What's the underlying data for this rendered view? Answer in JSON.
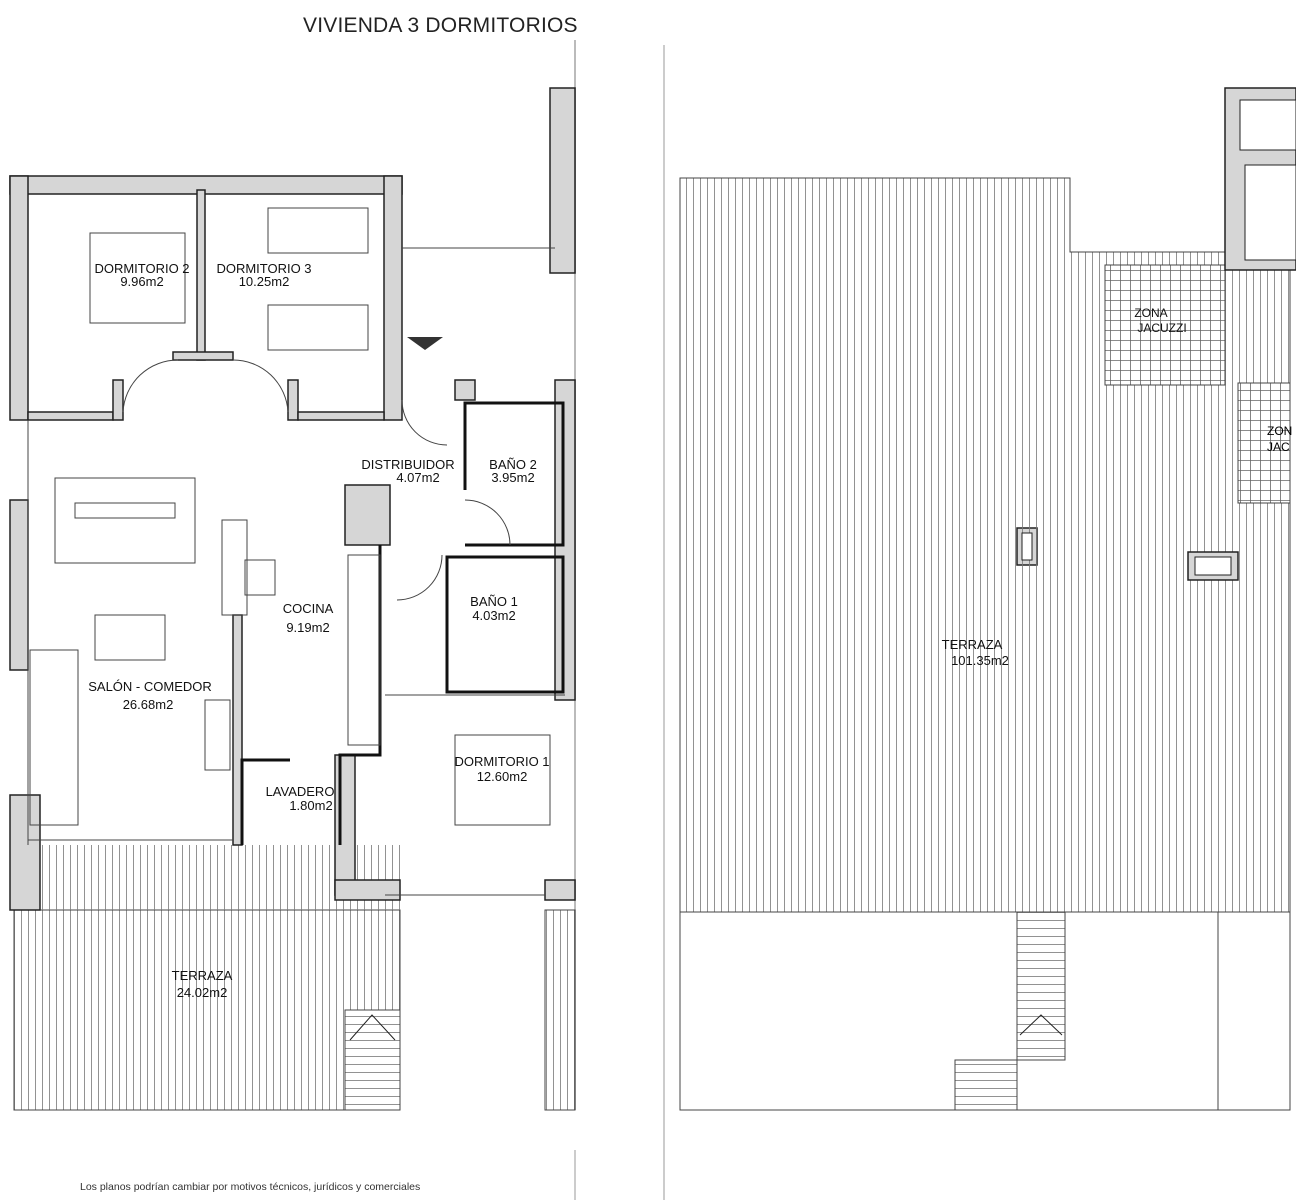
{
  "title": "VIVIENDA 3 DORMITORIOS",
  "disclaimer": "Los planos podrían cambiar por motivos técnicos, jurídicos y comerciales",
  "colors": {
    "wall_fill": "#d6d6d6",
    "line": "#222222"
  },
  "rooms": [
    {
      "name": "DORMITORIO 2",
      "area": "9.96m2"
    },
    {
      "name": "DORMITORIO 3",
      "area": "10.25m2"
    },
    {
      "name": "DISTRIBUIDOR",
      "area": "4.07m2"
    },
    {
      "name": "BAÑO 2",
      "area": "3.95m2"
    },
    {
      "name": "COCINA",
      "area": "9.19m2"
    },
    {
      "name": "BAÑO 1",
      "area": "4.03m2"
    },
    {
      "name": "SALÓN - COMEDOR",
      "area": "26.68m2"
    },
    {
      "name": "DORMITORIO 1",
      "area": "12.60m2"
    },
    {
      "name": "LAVADERO",
      "area": "1.80m2"
    },
    {
      "name": "TERRAZA",
      "area": "24.02m2"
    },
    {
      "name": "TERRAZA",
      "area": "101.35m2"
    }
  ],
  "zones": [
    {
      "line1": "ZONA",
      "line2": "JACUZZI"
    },
    {
      "line1": "ZON",
      "line2": "JAC"
    }
  ]
}
